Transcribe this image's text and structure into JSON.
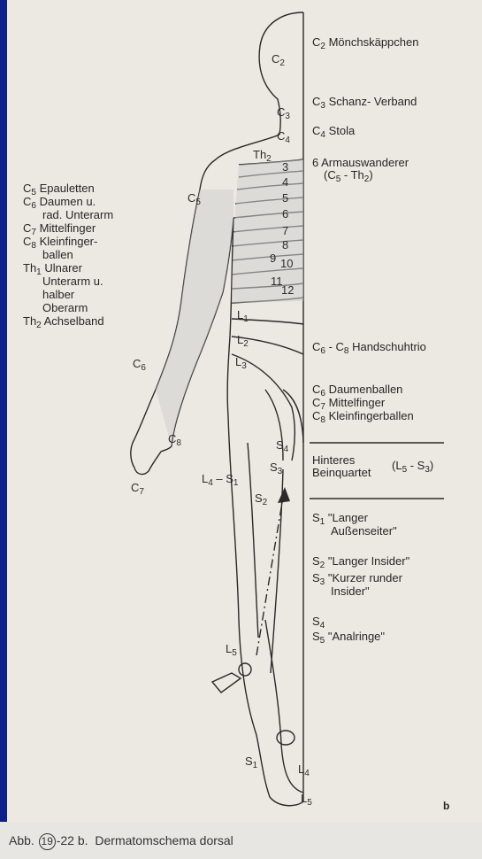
{
  "figure": {
    "corner_letter": "b",
    "caption": {
      "prefix": "Abb.",
      "chapter_number": "19",
      "figure_suffix": "-22 b.",
      "title": "Dermatomschema dorsal"
    }
  },
  "left_legend": [
    {
      "code": "C",
      "sub": "5",
      "text": "Epauletten"
    },
    {
      "code": "C",
      "sub": "6",
      "text": "Daumen u."
    },
    {
      "code": "",
      "sub": "",
      "text": "rad. Unterarm"
    },
    {
      "code": "C",
      "sub": "7",
      "text": "Mittelfinger"
    },
    {
      "code": "C",
      "sub": "8",
      "text": "Kleinfinger-"
    },
    {
      "code": "",
      "sub": "",
      "text": "ballen"
    },
    {
      "code": "Th",
      "sub": "1",
      "text": "Ulnarer"
    },
    {
      "code": "",
      "sub": "",
      "text": "Unterarm u."
    },
    {
      "code": "",
      "sub": "",
      "text": "halber"
    },
    {
      "code": "",
      "sub": "",
      "text": "Oberarm"
    },
    {
      "code": "Th",
      "sub": "2",
      "text": "Achselband"
    }
  ],
  "right_legend": {
    "c2": {
      "code": "C",
      "sub": "2",
      "text": "Mönchskäppchen"
    },
    "c3": {
      "code": "C",
      "sub": "3",
      "text": "Schanz- Verband"
    },
    "c4": {
      "code": "C",
      "sub": "4",
      "text": "Stola"
    },
    "armauswanderer": {
      "line1": "6 Armauswanderer",
      "line2_a": "(C",
      "line2_sub_a": "5",
      "line2_b": " - Th",
      "line2_sub_b": "2",
      "line2_c": ")"
    },
    "handschuhtrio": {
      "a": "C",
      "sub_a": "6",
      "b": " - C",
      "sub_b": "8",
      "c": " Handschuhtrio"
    },
    "hand": [
      {
        "code": "C",
        "sub": "6",
        "text": "Daumenballen"
      },
      {
        "code": "C",
        "sub": "7",
        "text": "Mittelfinger"
      },
      {
        "code": "C",
        "sub": "8",
        "text": "Kleinfingerballen"
      }
    ],
    "bein": {
      "line1": "Hinteres",
      "line2": "Beinquartet",
      "range_a": "(L",
      "range_sub_a": "5",
      "range_b": " - S",
      "range_sub_b": "3",
      "range_c": ")"
    },
    "s1": {
      "code": "S",
      "sub": "1",
      "line1": "\"Langer",
      "line2": "Außenseiter\""
    },
    "s2": {
      "code": "S",
      "sub": "2",
      "text": "\"Langer Insider\""
    },
    "s3": {
      "code": "S",
      "sub": "3",
      "line1": "\"Kurzer runder",
      "line2": "Insider\""
    },
    "s45": {
      "code_a": "S",
      "sub_a": "4",
      "code_b": "S",
      "sub_b": "5",
      "text": "\"Analringe\""
    }
  },
  "body_labels": {
    "c2": {
      "code": "C",
      "sub": "2"
    },
    "c3": {
      "code": "C",
      "sub": "3"
    },
    "c4": {
      "code": "C",
      "sub": "4"
    },
    "th2": {
      "code": "Th",
      "sub": "2"
    },
    "c5": {
      "code": "C",
      "sub": "5"
    },
    "c6": {
      "code": "C",
      "sub": "6"
    },
    "c7": {
      "code": "C",
      "sub": "7"
    },
    "c8": {
      "code": "C",
      "sub": "8"
    },
    "thoracic_numbers": [
      "3",
      "4",
      "5",
      "6",
      "7",
      "8",
      "9",
      "10",
      "11",
      "12"
    ],
    "l1": {
      "code": "L",
      "sub": "1"
    },
    "l2": {
      "code": "L",
      "sub": "2"
    },
    "l3": {
      "code": "L",
      "sub": "3"
    },
    "l4s1": {
      "a": "L",
      "sub_a": "4",
      "b": " – S",
      "sub_b": "1"
    },
    "s4": {
      "code": "S",
      "sub": "4"
    },
    "s3": {
      "code": "S",
      "sub": "3"
    },
    "s2": {
      "code": "S",
      "sub": "2"
    },
    "l5": {
      "code": "L",
      "sub": "5"
    },
    "s1": {
      "code": "S",
      "sub": "1"
    },
    "l4_foot": {
      "code": "L",
      "sub": "4"
    },
    "l5_foot": {
      "code": "L",
      "sub": "5"
    }
  },
  "colors": {
    "frame_blue": "#0c1f8c",
    "paper": "#ece9e2",
    "shaded": "#c8c8c8",
    "ink": "#262626"
  }
}
